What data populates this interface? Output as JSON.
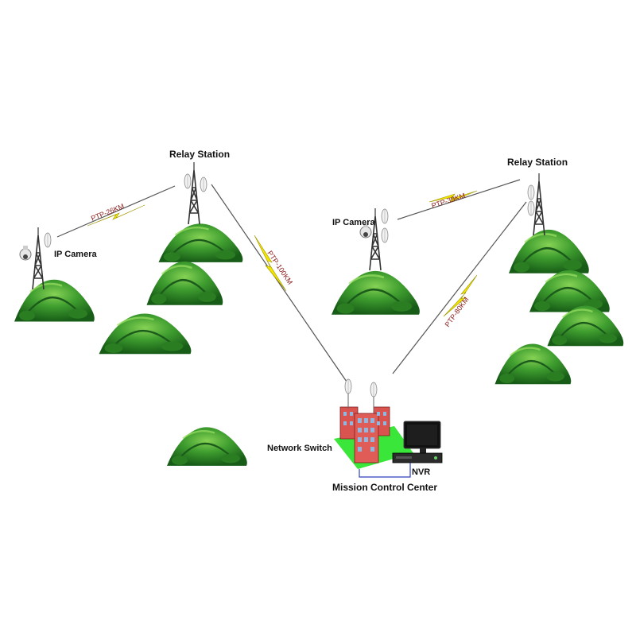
{
  "labels": {
    "relay_station_left": "Relay Station",
    "relay_station_right": "Relay Station",
    "ip_camera_left": "IP Camera",
    "ip_camera_center": "IP Camera",
    "network_switch": "Network Switch",
    "nvr": "NVR",
    "mission_control_center": "Mission Control Center"
  },
  "links": {
    "ptp_26km": "PTP-26KM",
    "ptp_100km": "PTP-100KM",
    "ptp_39km": "PTP-39KM",
    "ptp_80km": "PTP-80KM"
  },
  "colors": {
    "hill_dark": "#1f6b1f",
    "hill_mid": "#3c9a2c",
    "hill_light": "#7cc94a",
    "bolt": "#f2e600",
    "link_text": "#8a1b1b",
    "building": "#d9534f",
    "lawn": "#39e639",
    "cable": "#2f3fbf"
  }
}
